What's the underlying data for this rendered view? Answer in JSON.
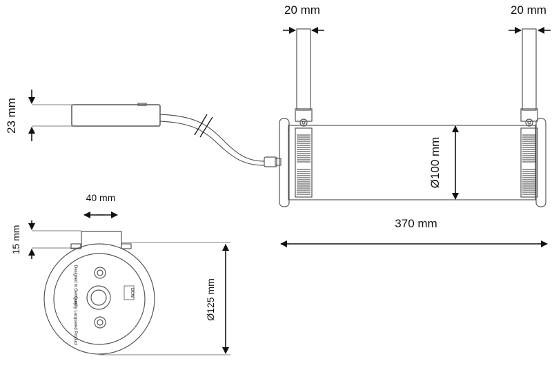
{
  "dimensions": {
    "left_post_width": "20 mm",
    "right_post_width": "20 mm",
    "driver_height": "23 mm",
    "body_diameter": "Ø100 mm",
    "body_length": "370 mm",
    "bracket_width": "40 mm",
    "bracket_height": "15 mm",
    "endcap_diameter": "Ø125 mm"
  },
  "endcap_labels": {
    "line1": "Designed in Germany",
    "line2": "Quality Lacquered Product",
    "brand": "DCW"
  },
  "colors": {
    "line": "#111111",
    "outline": "#555555",
    "fill": "#ffffff"
  }
}
